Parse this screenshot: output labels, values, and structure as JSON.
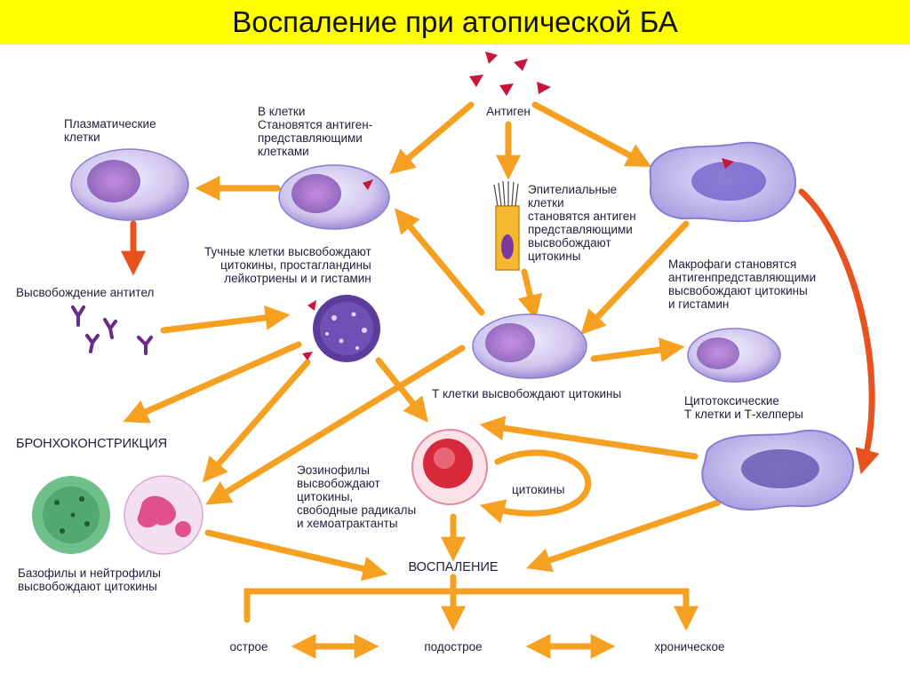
{
  "title": "Воспаление при атопической БА",
  "labels": {
    "antigen": "Антиген",
    "plasma_cells": "Плазматические\nклетки",
    "b_cells": "В клетки\nСтановятся антиген-\nпредставляющими\nклетками",
    "epithelial": "Эпителиальные\nклетки\nстановятся антиген\nпредставляющими\nвысвобождают\nцитокины",
    "mast_cells": "Тучные клетки высвобождают\nцитокины, простагландины\nлейкотриены и и гистамин",
    "antibody_release": "Высвобождение антител",
    "macrophages": "Макрофаги становятся\nантигенпредставляющими\nвысвобождают цитокины\nи гистамин",
    "t_cells": "Т клетки высвобождают цитокины",
    "cytotoxic": "Цитотоксические\nТ клетки и Т-хелперы",
    "bronchoconstriction": "БРОНХОКОНСТРИКЦИЯ",
    "eosinophils": "Эозинофилы\nвысвобождают\nцитокины,\nсвободные радикалы\nи хемоатрактанты",
    "cytokines": "цитокины",
    "basophils": "Базофилы и нейтрофилы\nвысвобождают цитокины",
    "inflammation": "ВОСПАЛЕНИЕ",
    "acute": "острое",
    "subacute": "подострое",
    "chronic": "хроническое"
  },
  "colors": {
    "title_bg": "#ffff00",
    "arrow_orange": "#f5a020",
    "arrow_red": "#e8521e",
    "cell_body": "#d9d2f0",
    "nucleus": "#9a6cc0",
    "antigen": "#c8143c"
  }
}
